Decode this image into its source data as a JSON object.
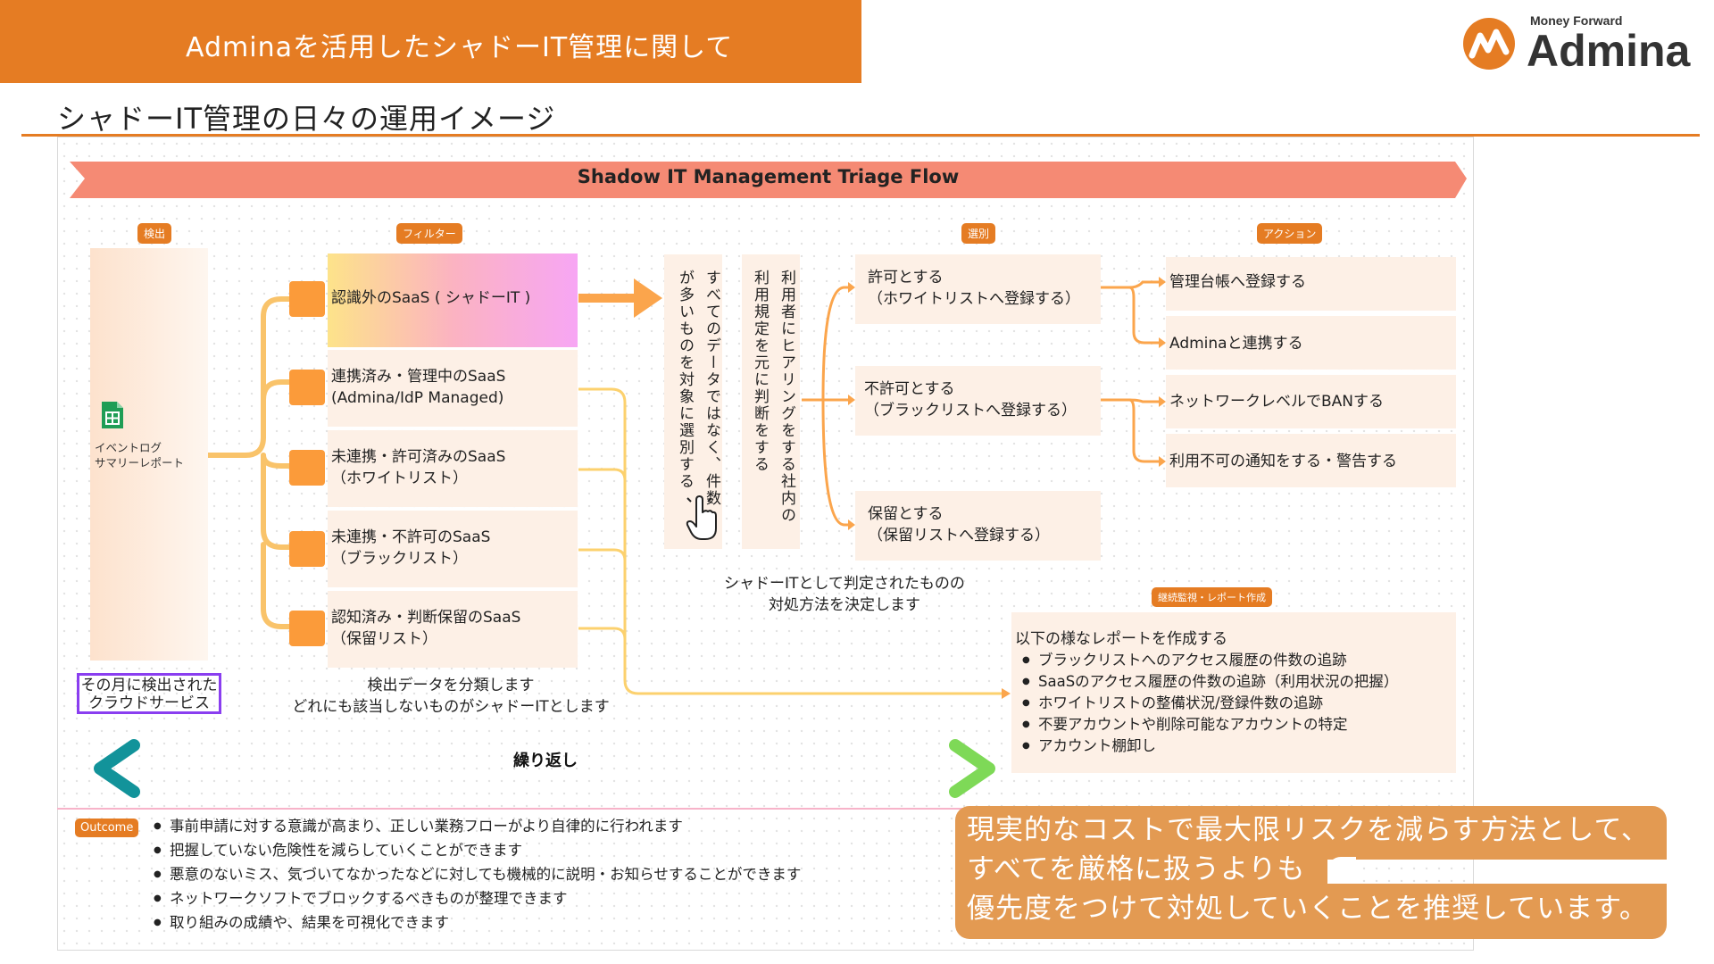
{
  "header": {
    "title": "Adminaを活用したシャドーIT管理に関して",
    "brand_small": "Money Forward",
    "brand": "Admina",
    "brand_color": "#e57c23"
  },
  "subtitle": "シャドーIT管理の日々の運用イメージ",
  "flow": {
    "banner": "Shadow IT Management Triage Flow",
    "stages": {
      "detect": "検出",
      "filter": "フィルター",
      "select": "選別",
      "action": "アクション",
      "monitor": "継続監視・レポート作成"
    },
    "source_icon": "spreadsheet-icon",
    "source_label": [
      "イベントログ",
      "サマリーレポート"
    ],
    "source_caption": [
      "その月に検出された",
      "クラウドサービス"
    ],
    "filters": [
      [
        "認識外のSaaS ( シャドーIT )"
      ],
      [
        "連携済み・管理中のSaaS",
        "(Admina/IdP Managed)"
      ],
      [
        "未連携・許可済みのSaaS",
        "（ホワイトリスト）"
      ],
      [
        "未連携・不許可のSaaS",
        "（ブラックリスト）"
      ],
      [
        "認知済み・判断保留のSaaS",
        "（保留リスト）"
      ]
    ],
    "filter_caption": [
      "検出データを分類します",
      "どれにも該当しないものがシャドーITとします"
    ],
    "vertical_note_1": "すべてのデータではなく、件数が多いものを対象に選別する",
    "vertical_note_2": "利用者にヒアリングをする社内の利用規定を元に判断をする",
    "hand_icon": "pointing-hand-icon",
    "decisions": [
      [
        "許可とする",
        "（ホワイトリストへ登録する）"
      ],
      [
        "不許可とする",
        "（ブラックリストへ登録する）"
      ],
      [
        "保留とする",
        "（保留リストへ登録する）"
      ]
    ],
    "decision_caption": [
      "シャドーITとして判定されたものの",
      "対処方法を決定します"
    ],
    "actions": [
      "管理台帳へ登録する",
      "Adminaと連携する",
      "ネットワークレベルでBANする",
      "利用不可の通知をする・警告する"
    ],
    "report_title": "以下の様なレポートを作成する",
    "report_items": [
      "ブラックリストへのアクセス履歴の件数の追跡",
      "SaaSのアクセス履歴の件数の追跡（利用状況の把握）",
      "ホワイトリストの整備状況/登録件数の追跡",
      "不要アカウントや削除可能なアカウントの特定",
      "アカウント棚卸し"
    ],
    "repeat_label": "繰り返し"
  },
  "outcome": {
    "tag": "Outcome",
    "items": [
      "事前申請に対する意識が高まり、正しい業務フローがより自律的に行われます",
      "把握していない危険性を減らしていくことができます",
      "悪意のないミス、気づいてなかったなどに対しても機械的に説明・お知らせすることができます",
      "ネットワークソフトでブロックするべきものが整理できます",
      "取り組みの成績や、結果を可視化できます"
    ]
  },
  "callout": [
    "現実的なコストで最大限リスクを減らす方法として、",
    "すべてを厳格に扱うよりも",
    "優先度をつけて対処していくことを推奨しています。"
  ]
}
